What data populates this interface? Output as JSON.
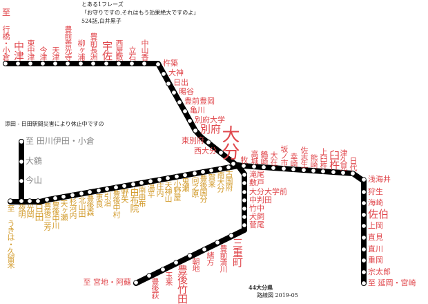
{
  "header": {
    "line1": "とある1フレーズ",
    "line2": "「お守りですの.それはもう効果絶大ですのよ」",
    "line3": "524話,白井黒子"
  },
  "notice": "添田 - 日田駅間災害により休止中ですの",
  "footer": {
    "line1": "44大分県",
    "line2": "路線図 2019-05"
  },
  "colors": {
    "nippo": "#e0474c",
    "kyudai": "#d29a2a",
    "hitahikosan": "#8a8a8a",
    "rail": "#000000"
  },
  "nippo_north": {
    "terminus_prefix": "至",
    "stations": [
      "行橋・小倉",
      "中津",
      "東中津",
      "今津",
      "天津",
      "豊前善光寺",
      "柳ヶ浦",
      "豊前長洲",
      "宇佐",
      "西屋敷",
      "立石",
      "中山香"
    ]
  },
  "nippo_beppu": {
    "stations": [
      "杵築",
      "大神",
      "日出",
      "暘谷",
      "豊前豊岡",
      "亀川",
      "別府大学",
      "別府",
      "東別府",
      "西大分",
      "大分"
    ]
  },
  "nippo_south": {
    "stations": [
      "牧",
      "高城",
      "鶴崎",
      "大在",
      "坂ノ市",
      "幸崎",
      "佐志生",
      "熊崎",
      "上臼杵",
      "臼杵",
      "津久見",
      "日代"
    ]
  },
  "nippo_saiki": {
    "stations": [
      "浅海井",
      "狩生",
      "海崎",
      "佐伯",
      "上岡",
      "直見",
      "直川",
      "重岡",
      "宗太郎",
      "至 延岡・宮崎"
    ]
  },
  "hohi": {
    "stations": [
      "滝尾",
      "敷戸",
      "大分大学前",
      "中判田",
      "竹中",
      "犬飼",
      "菅尾",
      "三重町",
      "豊前清川",
      "緒方",
      "朝地",
      "豊後竹田",
      "玉来",
      "豊後荻",
      "至 宮地・阿蘇"
    ]
  },
  "kyudai": {
    "stations": [
      "至 うきは・久留米",
      "夜明",
      "光岡",
      "日田",
      "豊後三芳",
      "豊後中川",
      "天ヶ瀬",
      "杉河内",
      "北山田",
      "豊後森",
      "恵良",
      "引治",
      "豊後中村",
      "野矢",
      "由布院",
      "南由布",
      "湯平",
      "庄内",
      "天神山",
      "小野屋",
      "鬼瀬",
      "向之原",
      "豊後国分",
      "賀来",
      "南大分",
      "古国府"
    ]
  },
  "hitahikosan": {
    "stations": [
      "至 田川伊田・小倉",
      "大鶴",
      "今山"
    ]
  }
}
